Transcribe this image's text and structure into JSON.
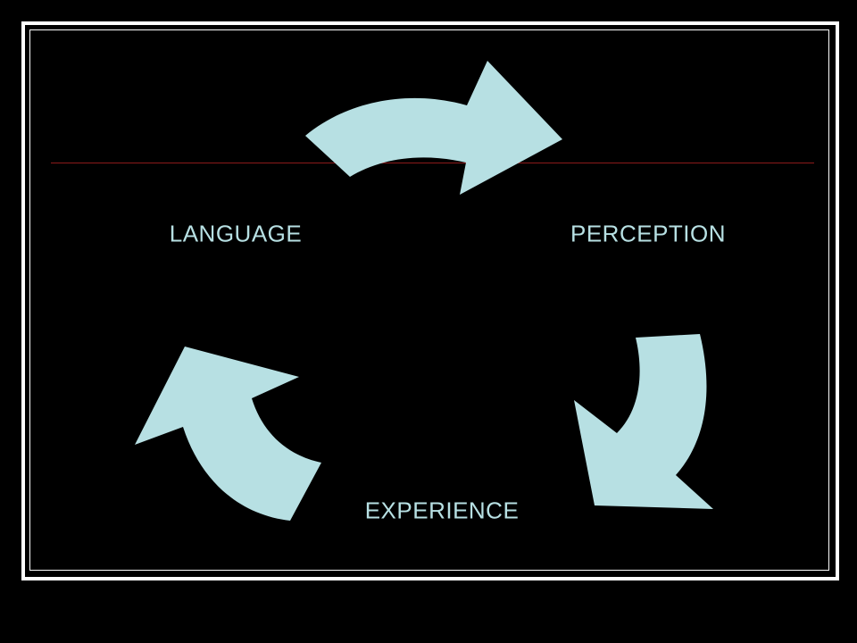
{
  "diagram": {
    "nodes": {
      "language": "LANGUAGE",
      "perception": "PERCEPTION",
      "experience": "EXPERIENCE"
    },
    "arrow_color": "#b7e0e3",
    "text_color": "#b7e0e3",
    "background": "#000000",
    "frame_color": "#ffffff",
    "accent_line_color": "#8b1a1a",
    "arrows": [
      {
        "from": "LANGUAGE",
        "to": "PERCEPTION",
        "icon": "curved-arrow-right-icon"
      },
      {
        "from": "PERCEPTION",
        "to": "EXPERIENCE",
        "icon": "curved-arrow-down-icon"
      },
      {
        "from": "EXPERIENCE",
        "to": "LANGUAGE",
        "icon": "curved-arrow-up-icon"
      }
    ]
  }
}
